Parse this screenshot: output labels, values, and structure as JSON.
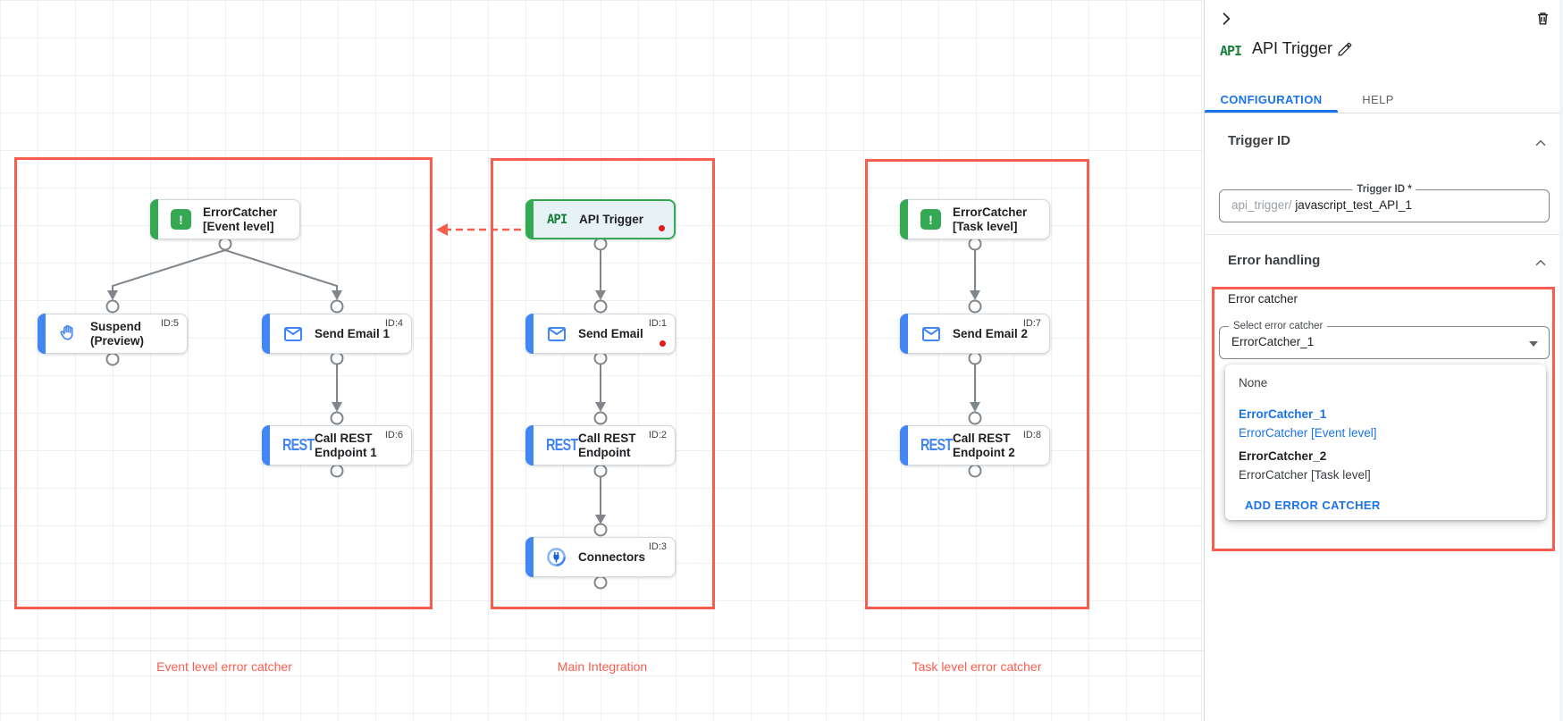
{
  "panel": {
    "badge": "API",
    "title": "API Trigger",
    "tabs": [
      {
        "label": "CONFIGURATION"
      },
      {
        "label": "HELP"
      }
    ],
    "trigger_id": {
      "header": "Trigger ID",
      "field_label": "Trigger ID *",
      "prefix": "api_trigger/",
      "value": "javascript_test_API_1"
    },
    "error_handling": {
      "header": "Error handling",
      "group_label": "Error catcher",
      "select_label": "Select error catcher",
      "select_value": "ErrorCatcher_1",
      "dropdown": {
        "none_label": "None",
        "options": [
          {
            "name": "ErrorCatcher_1",
            "desc": "ErrorCatcher [Event level]"
          },
          {
            "name": "ErrorCatcher_2",
            "desc": "ErrorCatcher [Task level]"
          }
        ],
        "add_label": "ADD ERROR CATCHER"
      }
    }
  },
  "canvas": {
    "group_labels": [
      "Event level error catcher",
      "Main Integration",
      "Task level error catcher"
    ],
    "nodes": {
      "ec_event": {
        "title": "ErrorCatcher [Event level]",
        "badge": "!"
      },
      "suspend": {
        "title": "Suspend (Preview)",
        "id": "ID:5"
      },
      "send1": {
        "title": "Send Email 1",
        "id": "ID:4"
      },
      "rest1": {
        "title": "Call REST Endpoint 1",
        "id": "ID:6",
        "badge": "REST"
      },
      "api": {
        "title": "API Trigger",
        "badge": "API"
      },
      "send": {
        "title": "Send Email",
        "id": "ID:1"
      },
      "rest": {
        "title": "Call REST Endpoint",
        "id": "ID:2",
        "badge": "REST"
      },
      "connectors": {
        "title": "Connectors",
        "id": "ID:3"
      },
      "ec_task": {
        "title": "ErrorCatcher [Task level]",
        "badge": "!"
      },
      "send2": {
        "title": "Send Email 2",
        "id": "ID:7"
      },
      "rest2": {
        "title": "Call REST Endpoint 2",
        "id": "ID:8",
        "badge": "REST"
      }
    }
  },
  "colors": {
    "annotation_red": "#f95d4d",
    "node_accent_blue": "#4285f4",
    "node_accent_green": "#34a853",
    "link_blue": "#1a73e8",
    "api_green": "#188038",
    "edge_gray": "#80868b",
    "status_dot_red": "#e21c1c"
  }
}
